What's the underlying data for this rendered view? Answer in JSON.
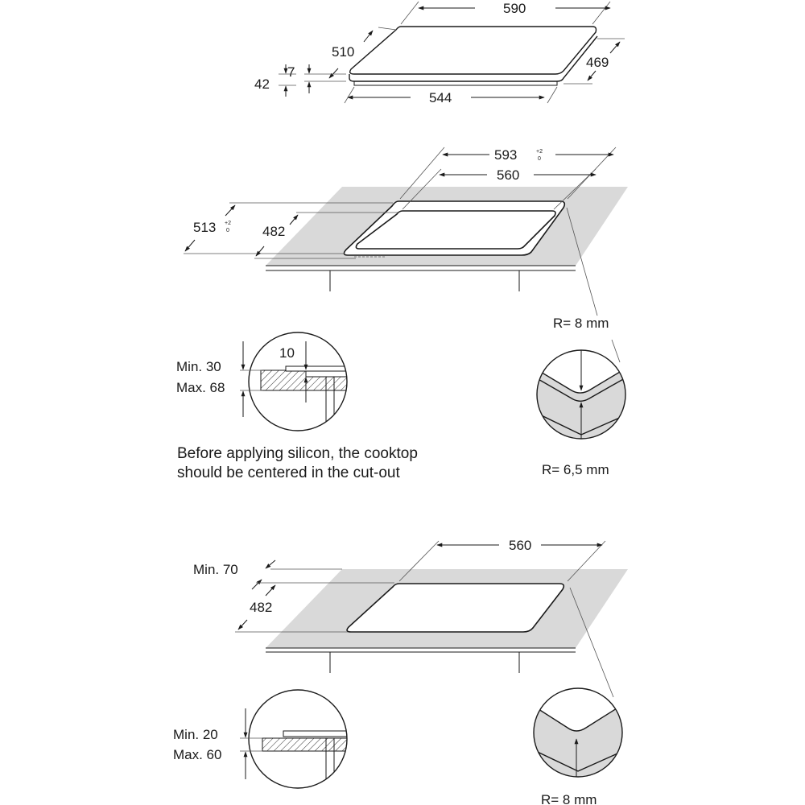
{
  "hob_dimensions": {
    "width": "590",
    "depth": "510",
    "glass_thickness": "7",
    "total_height": "42",
    "body_width": "544",
    "body_depth": "469"
  },
  "flush_install": {
    "outer_width": "593",
    "outer_width_tol_upper": "+2",
    "outer_width_tol_lower": "0",
    "cutout_width": "560",
    "outer_depth": "513",
    "outer_depth_tol_upper": "+2",
    "outer_depth_tol_lower": "0",
    "cutout_depth": "482",
    "outer_radius": "R= 8 mm",
    "inner_radius": "R= 6,5 mm",
    "rebate": "10",
    "worktop_min": "Min. 30",
    "worktop_max": "Max. 68",
    "note_line1": "Before applying silicon, the cooktop",
    "note_line2": "should be centered in the cut-out"
  },
  "standard_install": {
    "cutout_width": "560",
    "min_front": "Min. 70",
    "cutout_depth": "482",
    "radius": "R= 8 mm",
    "worktop_min": "Min. 20",
    "worktop_max": "Max. 60"
  }
}
